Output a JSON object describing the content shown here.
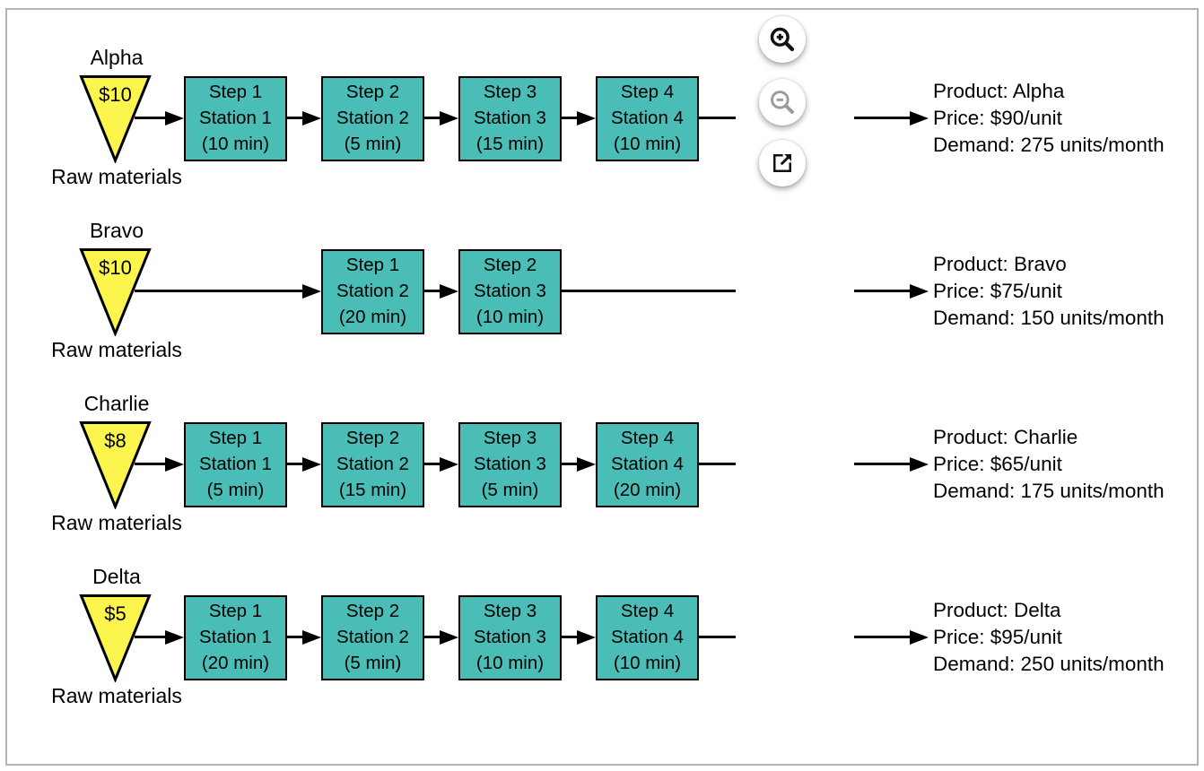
{
  "colors": {
    "station_box": "#4BBDB7",
    "raw_triangle": "#FCF54E",
    "connector": "#000000",
    "frame_border": "#B3B3B3"
  },
  "toolbar": {
    "buttons": [
      {
        "name": "zoom-in",
        "icon": "zoom-in-icon"
      },
      {
        "name": "zoom-out",
        "icon": "zoom-out-icon"
      },
      {
        "name": "open-external",
        "icon": "open-external-icon"
      }
    ]
  },
  "products": [
    {
      "name": "Alpha",
      "cost": "$10",
      "raw_label": "Raw materials",
      "steps": [
        {
          "step": "Step 1",
          "station": "Station 1",
          "time": "(10 min)"
        },
        {
          "step": "Step 2",
          "station": "Station 2",
          "time": "(5 min)"
        },
        {
          "step": "Step 3",
          "station": "Station 3",
          "time": "(15 min)"
        },
        {
          "step": "Step 4",
          "station": "Station 4",
          "time": "(10 min)"
        }
      ],
      "info": {
        "product": "Product: Alpha",
        "price": "Price: $90/unit",
        "demand": "Demand: 275 units/month"
      }
    },
    {
      "name": "Bravo",
      "cost": "$10",
      "raw_label": "Raw materials",
      "steps": [
        {
          "step": "Step 1",
          "station": "Station 2",
          "time": "(20 min)"
        },
        {
          "step": "Step 2",
          "station": "Station 3",
          "time": "(10 min)"
        }
      ],
      "info": {
        "product": "Product: Bravo",
        "price": "Price: $75/unit",
        "demand": "Demand: 150 units/month"
      }
    },
    {
      "name": "Charlie",
      "cost": "$8",
      "raw_label": "Raw materials",
      "steps": [
        {
          "step": "Step 1",
          "station": "Station 1",
          "time": "(5 min)"
        },
        {
          "step": "Step 2",
          "station": "Station 2",
          "time": "(15 min)"
        },
        {
          "step": "Step 3",
          "station": "Station 3",
          "time": "(5 min)"
        },
        {
          "step": "Step 4",
          "station": "Station 4",
          "time": "(20 min)"
        }
      ],
      "info": {
        "product": "Product: Charlie",
        "price": "Price: $65/unit",
        "demand": "Demand: 175 units/month"
      }
    },
    {
      "name": "Delta",
      "cost": "$5",
      "raw_label": "Raw materials",
      "steps": [
        {
          "step": "Step 1",
          "station": "Station 1",
          "time": "(20 min)"
        },
        {
          "step": "Step 2",
          "station": "Station 2",
          "time": "(5 min)"
        },
        {
          "step": "Step 3",
          "station": "Station 3",
          "time": "(10 min)"
        },
        {
          "step": "Step 4",
          "station": "Station 4",
          "time": "(10 min)"
        }
      ],
      "info": {
        "product": "Product: Delta",
        "price": "Price: $95/unit",
        "demand": "Demand: 250 units/month"
      }
    }
  ]
}
